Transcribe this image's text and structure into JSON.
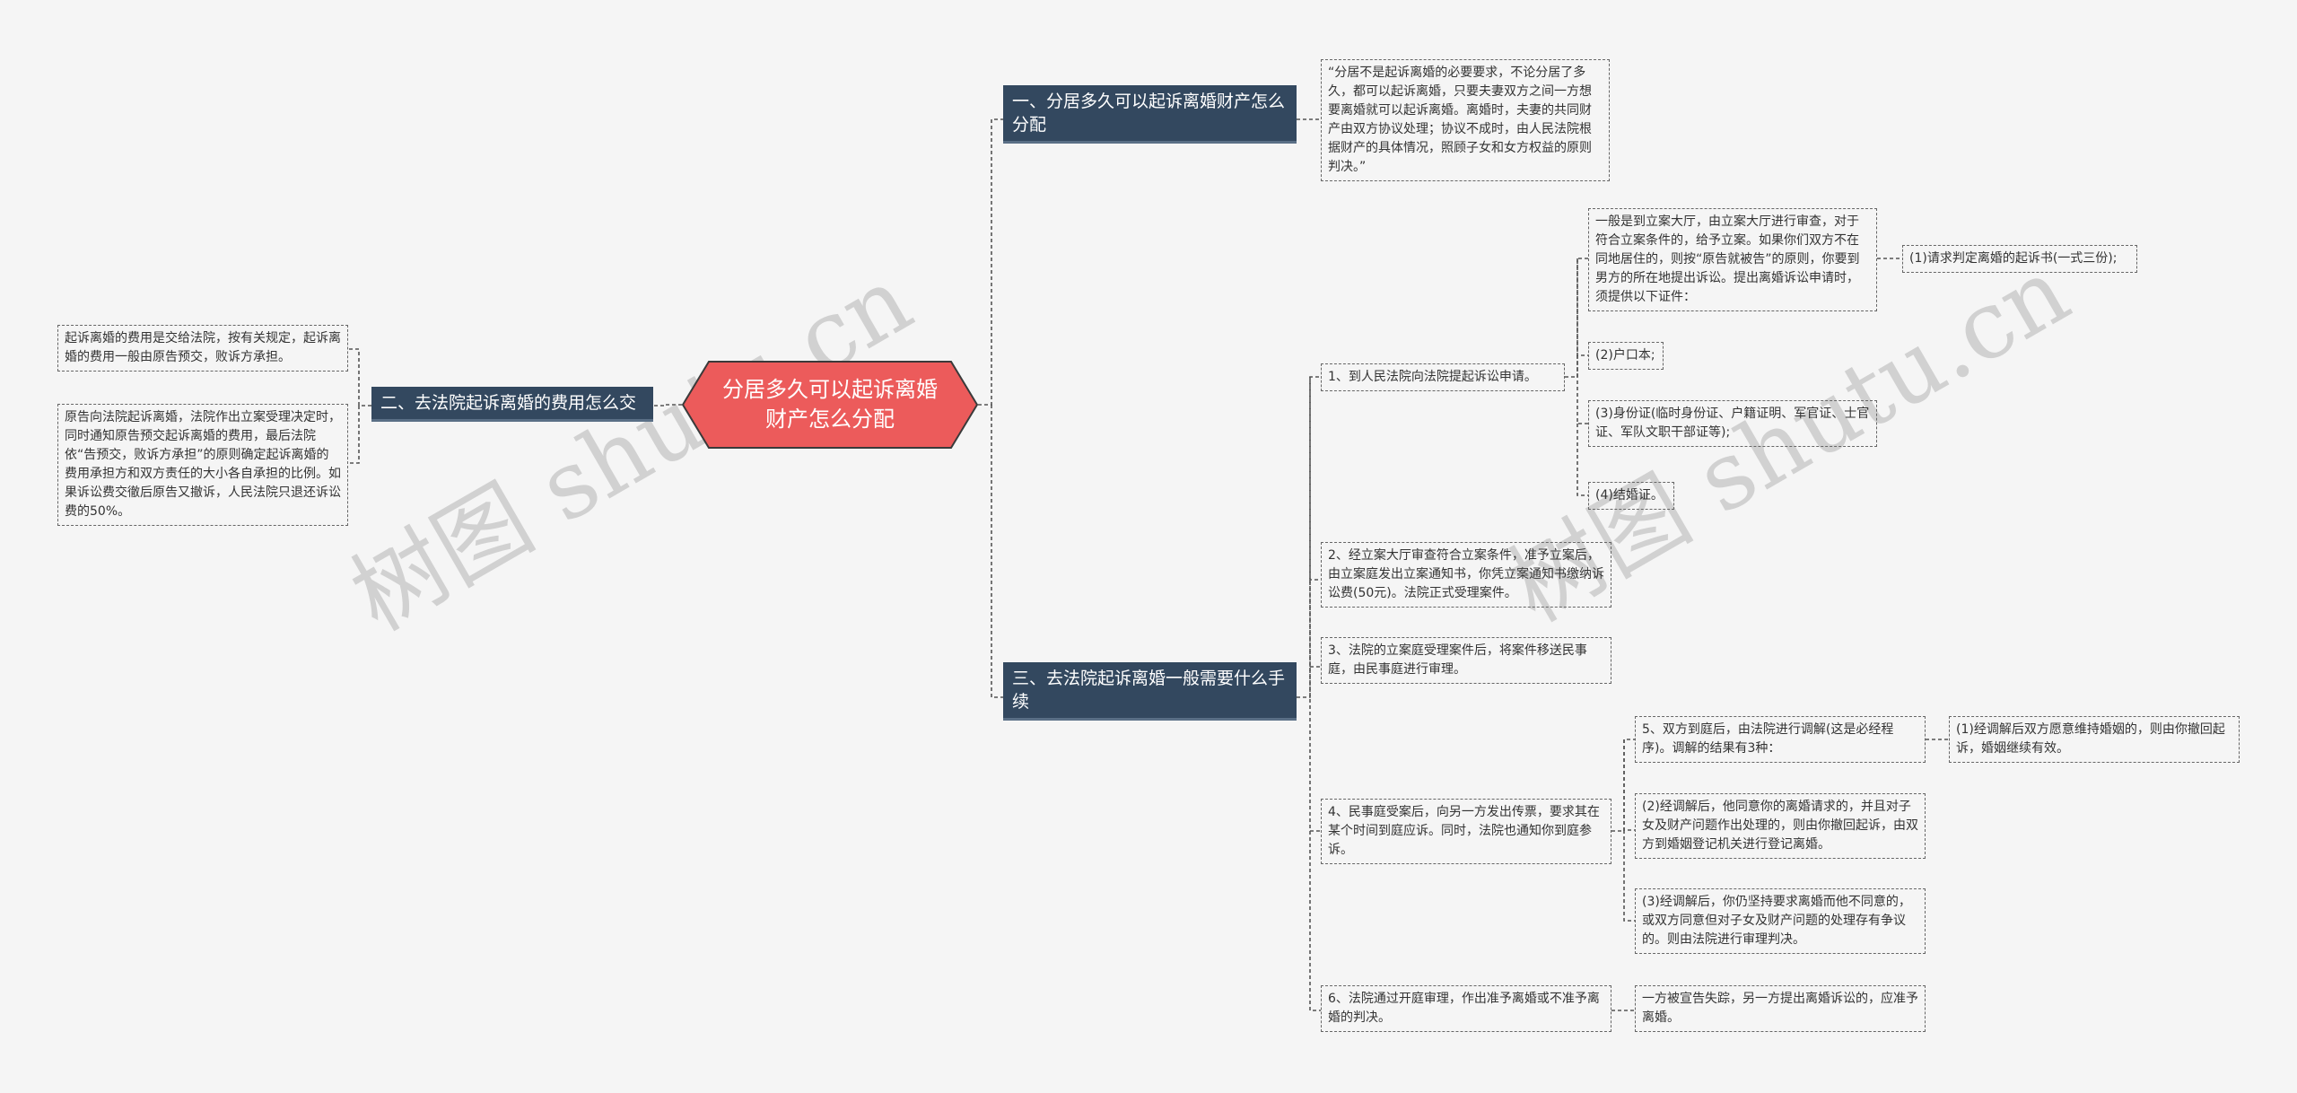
{
  "root": {
    "label": "分居多久可以起诉离婚财产怎么分配"
  },
  "branches": {
    "b1": "一、分居多久可以起诉离婚财产怎么分配",
    "b2": "二、去法院起诉离婚的费用怎么交",
    "b3": "三、去法院起诉离婚一般需要什么手续"
  },
  "leaves": {
    "b1_quote": "“分居不是起诉离婚的必要要求，不论分居了多久，都可以起诉离婚，只要夫妻双方之间一方想要离婚就可以起诉离婚。离婚时，夫妻的共同财产由双方协议处理；协议不成时，由人民法院根据财产的具体情况，照顾子女和女方权益的原则判决。”",
    "b2_fee1": "起诉离婚的费用是交给法院，按有关规定，起诉离婚的费用一般由原告预交，败诉方承担。",
    "b2_fee2": "原告向法院起诉离婚，法院作出立案受理决定时，同时通知原告预交起诉离婚的费用，最后法院依“告预交，败诉方承担”的原则确定起诉离婚的费用承担方和双方责任的大小各自承担的比例。如果诉讼费交徹后原告又撤诉，人民法院只退还诉讼费的50%。",
    "s1": "1、到人民法院向法院提起诉讼申请。",
    "s1_detail": "一般是到立案大厅，由立案大厅进行审查，对于符合立案条件的，给予立案。如果你们双方不在同地居住的，则按“原告就被告”的原则，你要到男方的所在地提出诉讼。提出离婚诉讼申请时，须提供以下证件：",
    "s1_doc1": "(1)请求判定离婚的起诉书(一式三份);",
    "s1_doc2": "(2)户口本;",
    "s1_doc3": "(3)身份证(临时身份证、户籍证明、军官证、士官证、军队文职干部证等);",
    "s1_doc4": "(4)结婚证。",
    "s2": "2、经立案大厅审查符合立案条件，准予立案后，由立案庭发出立案通知书，你凭立案通知书缴纳诉讼费(50元)。法院正式受理案件。",
    "s3": "3、法院的立案庭受理案件后，将案件移送民事庭，由民事庭进行审理。",
    "s4": "4、民事庭受案后，向另一方发出传票，要求其在某个时间到庭应诉。同时，法院也通知你到庭参诉。",
    "s5": "5、双方到庭后，由法院进行调解(这是必经程序)。调解的结果有3种：",
    "s5_r1": "(1)经调解后双方愿意维持婚姻的，则由你撤回起诉，婚姻继续有效。",
    "s5_r2": "(2)经调解后，他同意你的离婚请求的，并且对子女及财产问题作出处理的，则由你撤回起诉，由双方到婚姻登记机关进行登记离婚。",
    "s5_r3": "(3)经调解后，你仍坚持要求离婚而他不同意的，或双方同意但对子女及财产问题的处理存有争议的。则由法院进行审理判决。",
    "s6": "6、法院通过开庭审理，作出准予离婚或不准予离婚的判决。",
    "s6_detail": "一方被宣告失踪，另一方提出离婚诉讼的，应准予离婚。"
  },
  "watermarks": [
    "树图 shutu.cn",
    "树图 shutu.cn"
  ],
  "colors": {
    "root": "#ec5b5b",
    "branch": "#33485f",
    "background": "#f5f5f5"
  }
}
